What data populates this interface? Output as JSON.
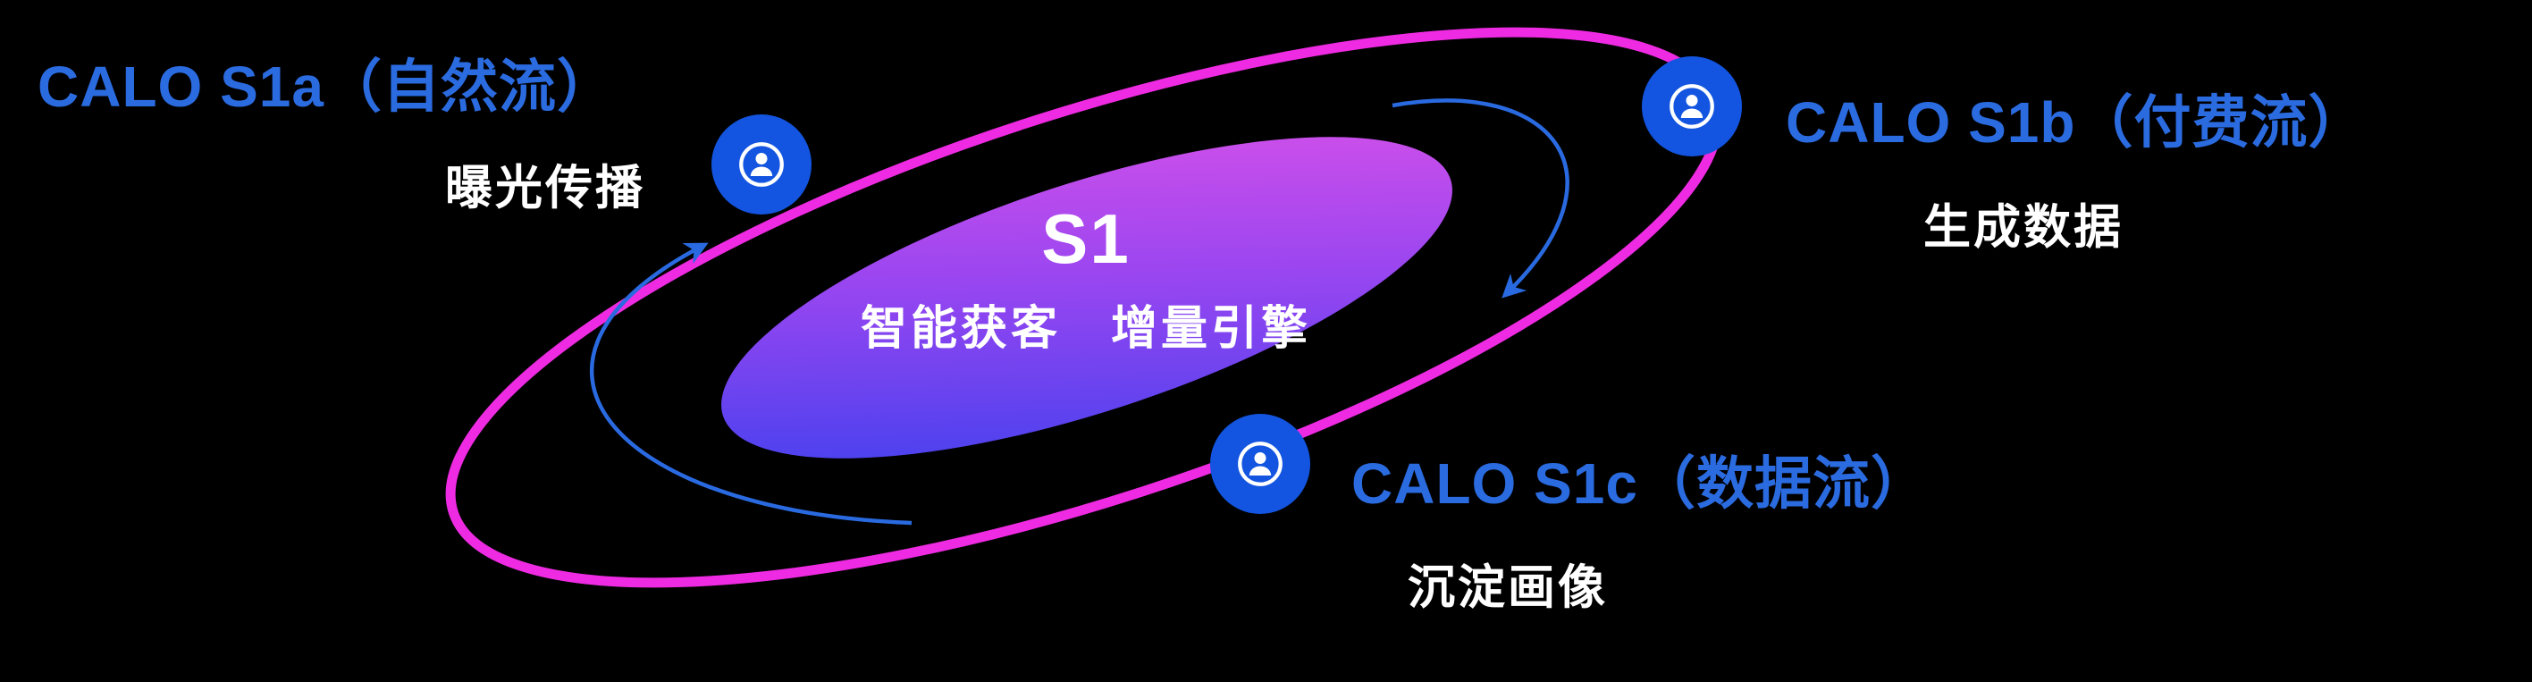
{
  "diagram": {
    "center": {
      "title": "S1",
      "subtitle": "智能获客　增量引擎"
    },
    "nodes": [
      {
        "id": "s1a",
        "label": "CALO S1a（自然流）",
        "sublabel": "曝光传播",
        "icon": "person-badge-icon"
      },
      {
        "id": "s1b",
        "label": "CALO S1b（付费流）",
        "sublabel": "生成数据",
        "icon": "person-badge-icon"
      },
      {
        "id": "s1c",
        "label": "CALO S1c（数据流）",
        "sublabel": "沉淀画像",
        "icon": "person-badge-icon"
      }
    ],
    "arrows": [
      {
        "id": "left-arrow",
        "direction": "counter-clockwise, pointing up toward S1a node"
      },
      {
        "id": "right-arrow",
        "direction": "clockwise, pointing down from S1b node"
      }
    ],
    "colors": {
      "background": "#000000",
      "orbit_ring": "#ee2be2",
      "node_circle": "#1355e0",
      "label_blue": "#2b6be0",
      "label_white": "#ffffff",
      "arrow_blue": "#2a6ae0",
      "core_gradient_start": "#3340ee",
      "core_gradient_mid": "#9a46f0",
      "core_gradient_end": "#e052e8"
    }
  }
}
